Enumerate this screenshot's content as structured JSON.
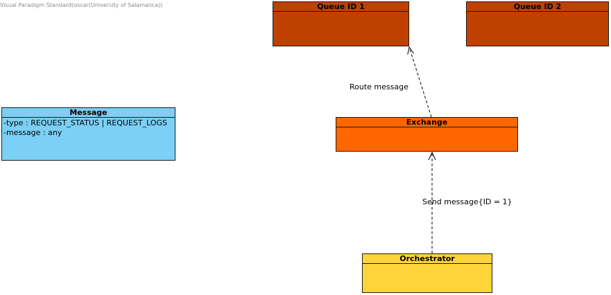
{
  "watermark": "Visual Paradigm Standard(oscar(University of Salamanca))",
  "colors": {
    "queue": "#c04000",
    "exchange": "#ff6600",
    "message": "#7ccff5",
    "orchestrator": "#ffd43b",
    "line": "#000000"
  },
  "queue1": {
    "title": "Queue ID 1"
  },
  "queue2": {
    "title": "Queue ID 2"
  },
  "exchange": {
    "title": "Exchange"
  },
  "orchestrator": {
    "title": "Orchestrator"
  },
  "message": {
    "title": "Message",
    "attributes": [
      "-type : REQUEST_STATUS | REQUEST_LOGS",
      "-message : any"
    ]
  },
  "connectors": {
    "route": "Route message",
    "send": "Send message{ID = 1}"
  }
}
